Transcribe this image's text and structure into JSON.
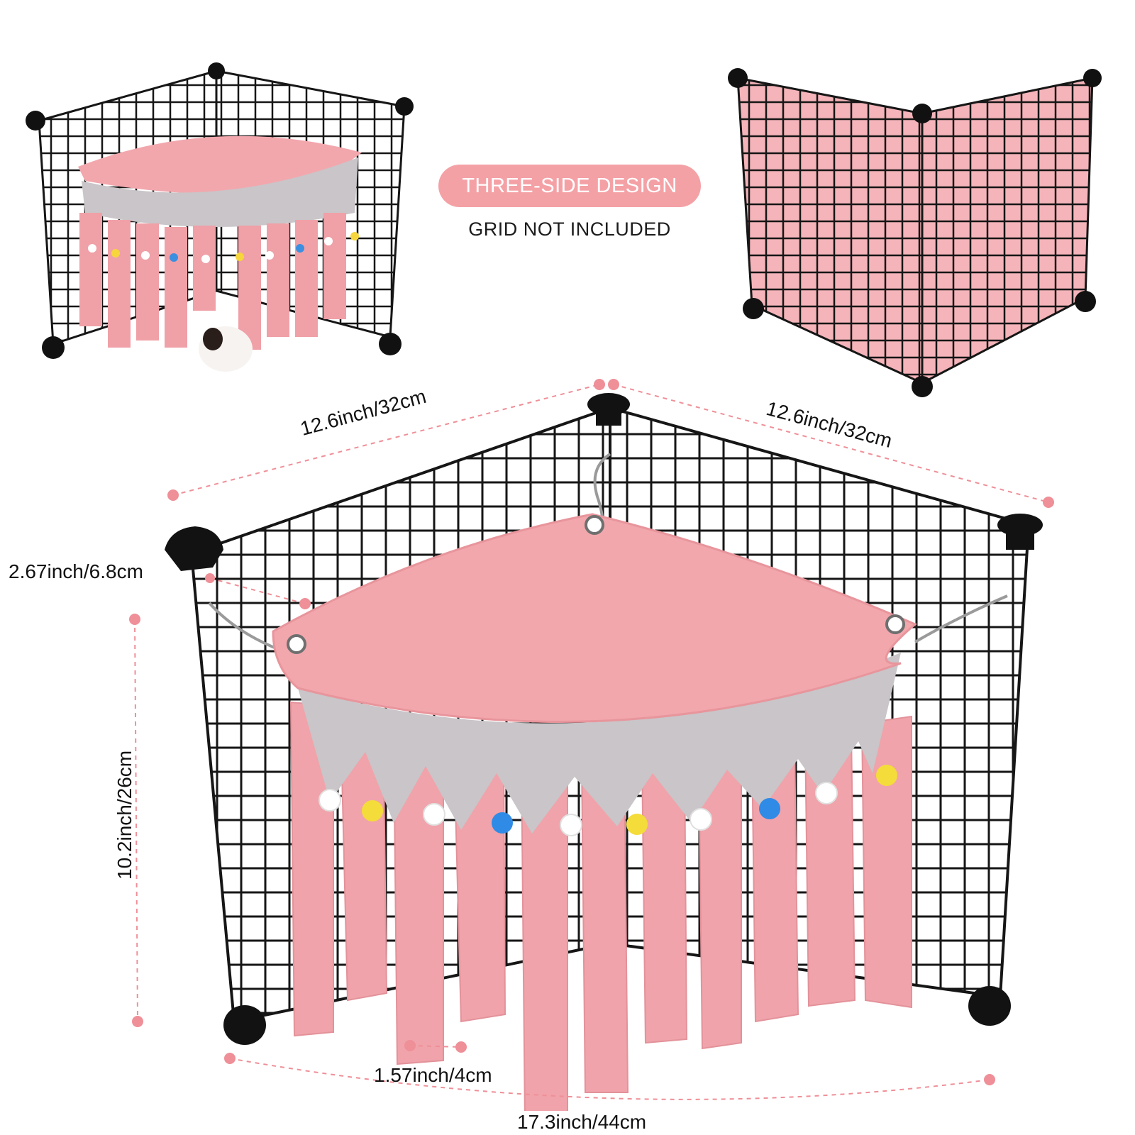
{
  "badge": {
    "label": "THREE-SIDE DESIGN"
  },
  "note": {
    "label": "GRID NOT INCLUDED"
  },
  "dimensions": {
    "left_panel": "12.6inch/32cm",
    "right_panel": "12.6inch/32cm",
    "top_canopy": "2.67inch/6.8cm",
    "height": "10.2inch/26cm",
    "strip_width": "1.57inch/4cm",
    "bottom_width": "17.3inch/44cm"
  },
  "colors": {
    "fabric_pink": "#f2a7ad",
    "fabric_gray": "#c9c5c8",
    "grid_black": "#161616",
    "dimension_line": "#ef8f98",
    "badge_bg": "#f4a1a6"
  },
  "images": [
    {
      "name": "small-front-view",
      "content": "pink fringed corner tent on black grid with guinea pig"
    },
    {
      "name": "small-back-view",
      "content": "grid panels viewed from behind showing pink fabric"
    },
    {
      "name": "main-product-view",
      "content": "pink corner hammock with gray trim, pom-poms and fringe strips on black grid"
    }
  ]
}
